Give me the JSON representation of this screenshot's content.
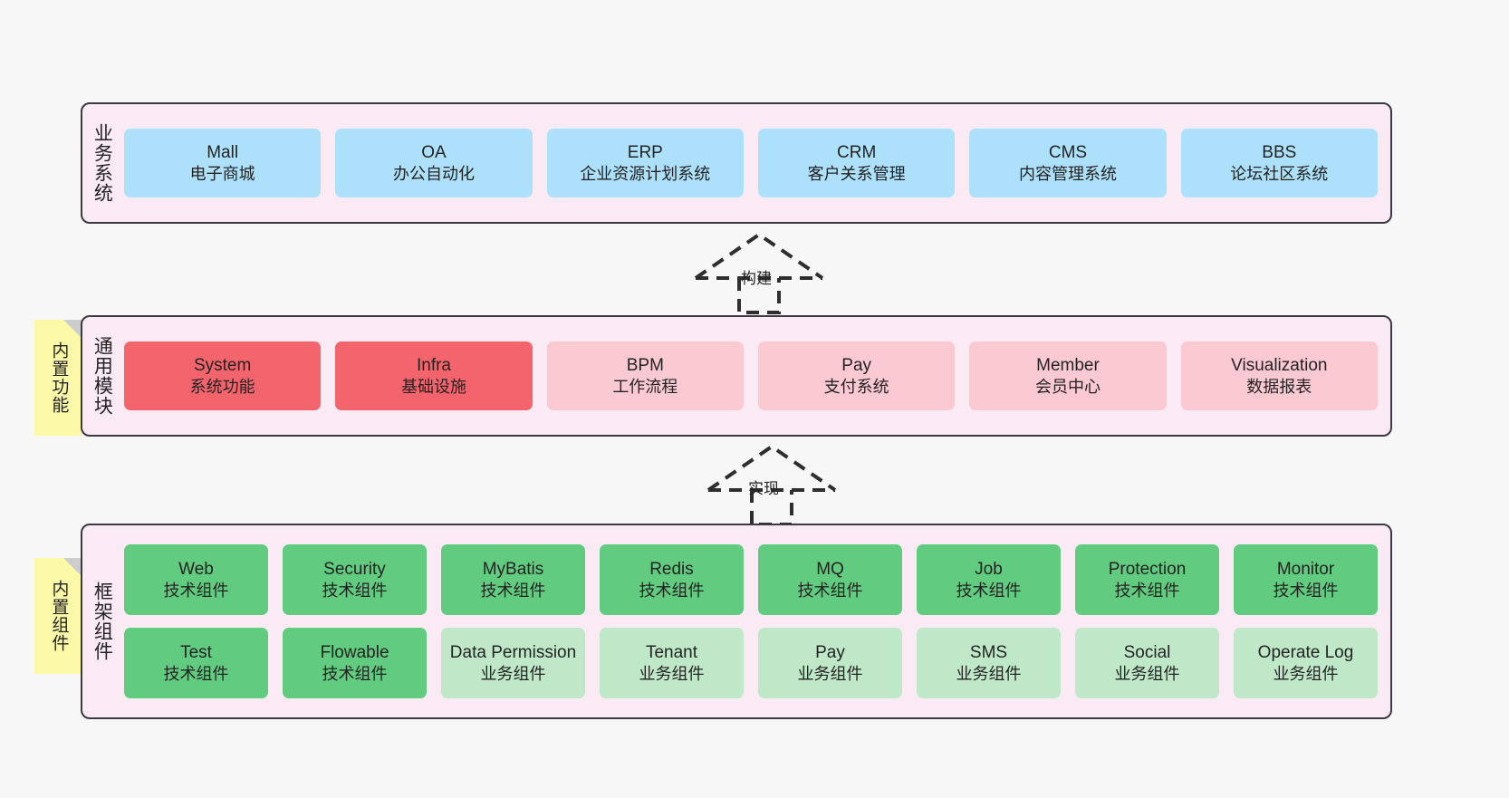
{
  "diagram": {
    "layers": [
      {
        "id": "business",
        "title": "业务系统",
        "rows": [
          {
            "nodes": [
              {
                "en": "Mall",
                "cn": "电子商城",
                "color": "#ade1fb"
              },
              {
                "en": "OA",
                "cn": "办公自动化",
                "color": "#ade1fb"
              },
              {
                "en": "ERP",
                "cn": "企业资源计划系统",
                "color": "#ade1fb"
              },
              {
                "en": "CRM",
                "cn": "客户关系管理",
                "color": "#ade1fb"
              },
              {
                "en": "CMS",
                "cn": "内容管理系统",
                "color": "#ade1fb"
              },
              {
                "en": "BBS",
                "cn": "论坛社区系统",
                "color": "#ade1fb"
              }
            ]
          }
        ]
      },
      {
        "id": "modules",
        "title": "通用模块",
        "rows": [
          {
            "nodes": [
              {
                "en": "System",
                "cn": "系统功能",
                "color": "#f4646c"
              },
              {
                "en": "Infra",
                "cn": "基础设施",
                "color": "#f4646c"
              },
              {
                "en": "BPM",
                "cn": "工作流程",
                "color": "#fbc9d2"
              },
              {
                "en": "Pay",
                "cn": "支付系统",
                "color": "#fbc9d2"
              },
              {
                "en": "Member",
                "cn": "会员中心",
                "color": "#fbc9d2"
              },
              {
                "en": "Visualization",
                "cn": "数据报表",
                "color": "#fbc9d2"
              }
            ]
          }
        ]
      },
      {
        "id": "framework",
        "title": "框架组件",
        "rows": [
          {
            "nodes": [
              {
                "en": "Web",
                "cn": "技术组件",
                "color": "#61cb7f"
              },
              {
                "en": "Security",
                "cn": "技术组件",
                "color": "#61cb7f"
              },
              {
                "en": "MyBatis",
                "cn": "技术组件",
                "color": "#61cb7f"
              },
              {
                "en": "Redis",
                "cn": "技术组件",
                "color": "#61cb7f"
              },
              {
                "en": "MQ",
                "cn": "技术组件",
                "color": "#61cb7f"
              },
              {
                "en": "Job",
                "cn": "技术组件",
                "color": "#61cb7f"
              },
              {
                "en": "Protection",
                "cn": "技术组件",
                "color": "#61cb7f"
              },
              {
                "en": "Monitor",
                "cn": "技术组件",
                "color": "#61cb7f"
              }
            ]
          },
          {
            "nodes": [
              {
                "en": "Test",
                "cn": "技术组件",
                "color": "#61cb7f"
              },
              {
                "en": "Flowable",
                "cn": "技术组件",
                "color": "#61cb7f"
              },
              {
                "en": "Data Permission",
                "cn": "业务组件",
                "color": "#bfe8c9"
              },
              {
                "en": "Tenant",
                "cn": "业务组件",
                "color": "#bfe8c9"
              },
              {
                "en": "Pay",
                "cn": "业务组件",
                "color": "#bfe8c9"
              },
              {
                "en": "SMS",
                "cn": "业务组件",
                "color": "#bfe8c9"
              },
              {
                "en": "Social",
                "cn": "业务组件",
                "color": "#bfe8c9"
              },
              {
                "en": "Operate Log",
                "cn": "业务组件",
                "color": "#bfe8c9"
              }
            ]
          }
        ]
      }
    ],
    "notes": [
      {
        "id": "functions",
        "text": "内置功能"
      },
      {
        "id": "components",
        "text": "内置组件"
      }
    ],
    "arrows": [
      {
        "id": "build",
        "label": "构建"
      },
      {
        "id": "impl",
        "label": "实现"
      }
    ],
    "colors": {
      "band_fill": "#faeaf4",
      "band_border": "#3a3a45",
      "note_fill": "#fbf8a8",
      "note_fold": "#cdcdcd",
      "blue": "#ade1fb",
      "red": "#f4646c",
      "pink": "#fbc9d2",
      "green": "#61cb7f",
      "green_light": "#bfe8c9",
      "background": "#f7f7f7",
      "text": "#232323"
    }
  }
}
